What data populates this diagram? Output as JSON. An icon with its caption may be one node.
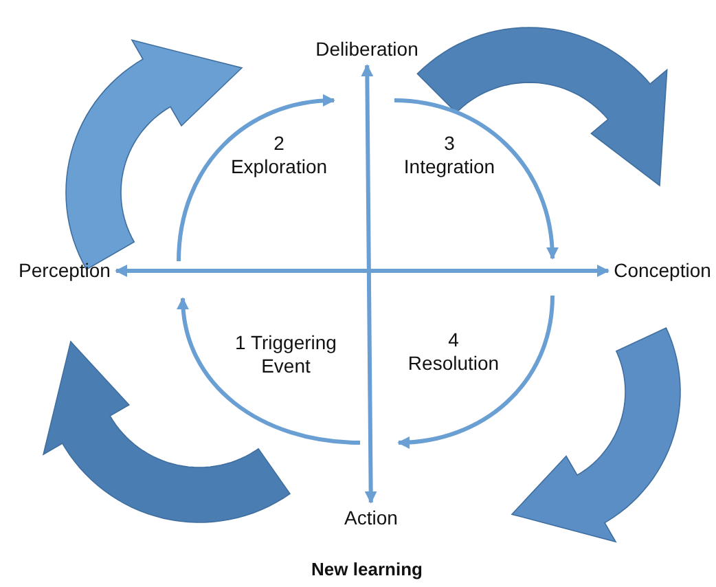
{
  "diagram": {
    "caption": "New learning",
    "nodes": [
      {
        "text": [
          "Deliberation"
        ]
      },
      {
        "text": [
          "Perception"
        ]
      },
      {
        "text": [
          "Conception"
        ]
      },
      {
        "text": [
          "Action"
        ]
      }
    ],
    "edges": [
      {
        "from": 0,
        "to": 3,
        "arrow": "both"
      },
      {
        "from": 1,
        "to": 2,
        "arrow": "both"
      }
    ],
    "labels": [
      "2 Exploration",
      "3 Integration",
      "1 Triggering Event",
      "4 Resolution"
    ]
  }
}
